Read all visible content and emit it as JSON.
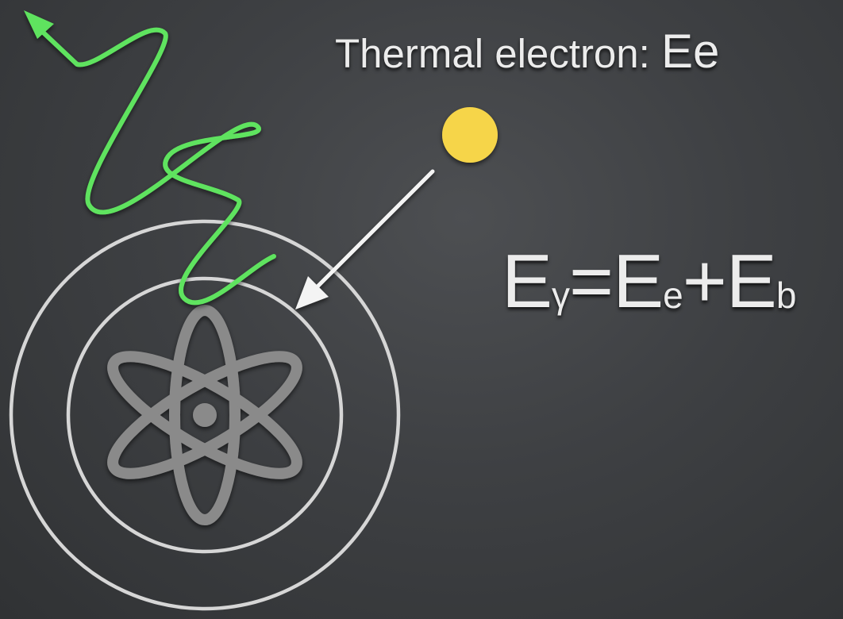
{
  "label": {
    "prefix": "Thermal electron: ",
    "symbol": "Ee"
  },
  "equation": {
    "lhs_main": "E",
    "lhs_sub": "γ",
    "equals": "=",
    "term1_main": "E",
    "term1_sub": "e",
    "plus": "+",
    "term2_main": "E",
    "term2_sub": "b"
  },
  "colors": {
    "photon": "#5ee35e",
    "electron": "#f6d548",
    "orbit": "#d6d6d6",
    "atom": "#8a8a8a",
    "arrow": "#f4f4f4",
    "text": "#ececec"
  },
  "icons": {
    "atom": "atom-icon",
    "photon": "photon-wave-arrow",
    "electron": "electron-dot"
  }
}
